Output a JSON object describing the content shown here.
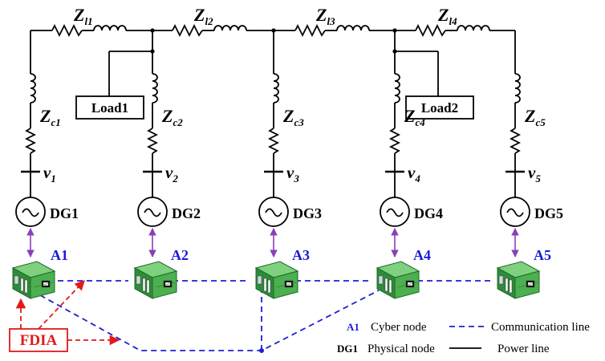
{
  "line_impedances": [
    {
      "sym": "Z",
      "sub": "l1"
    },
    {
      "sym": "Z",
      "sub": "l2"
    },
    {
      "sym": "Z",
      "sub": "l3"
    },
    {
      "sym": "Z",
      "sub": "l4"
    }
  ],
  "loads": [
    "Load1",
    "Load2"
  ],
  "units": [
    {
      "zsym": "Z",
      "zsub": "c1",
      "vsym": "v",
      "vsub": "1",
      "dg": "DG1",
      "agent": "A1"
    },
    {
      "zsym": "Z",
      "zsub": "c2",
      "vsym": "v",
      "vsub": "2",
      "dg": "DG2",
      "agent": "A2"
    },
    {
      "zsym": "Z",
      "zsub": "c3",
      "vsym": "v",
      "vsub": "3",
      "dg": "DG3",
      "agent": "A3"
    },
    {
      "zsym": "Z",
      "zsub": "c4",
      "vsym": "v",
      "vsub": "4",
      "dg": "DG4",
      "agent": "A4"
    },
    {
      "zsym": "Z",
      "zsub": "c5",
      "vsym": "v",
      "vsub": "5",
      "dg": "DG5",
      "agent": "A5"
    }
  ],
  "attack": {
    "label": "FDIA"
  },
  "legend": {
    "cyber_symbol": "A1",
    "cyber_text": "Cyber node",
    "physical_symbol": "DG1",
    "physical_text": "Physical node",
    "comm_text": "Communication line",
    "power_text": "Power line"
  },
  "colors": {
    "wire": "#000000",
    "agent_text": "#1a1adc",
    "comm_line": "#1f1fd6",
    "attack": "#e21a1a",
    "link": "#8a3fb5",
    "device_body": "#4caf50",
    "device_dark": "#1e6b26"
  },
  "icons": {
    "source": "ac-source-icon",
    "device": "network-switch-icon"
  }
}
